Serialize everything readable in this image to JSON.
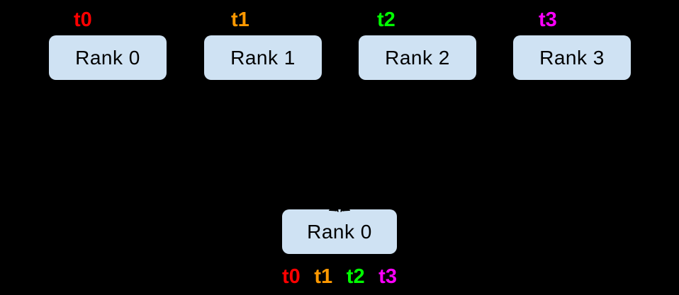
{
  "colors": {
    "background": "#000000",
    "node_fill": "#cfe2f3",
    "node_text": "#000000",
    "arrow": "#000000"
  },
  "top_nodes": [
    {
      "label": "Rank 0",
      "thread": {
        "text": "t0",
        "color": "#ff0000"
      }
    },
    {
      "label": "Rank 1",
      "thread": {
        "text": "t1",
        "color": "#ff9900"
      }
    },
    {
      "label": "Rank 2",
      "thread": {
        "text": "t2",
        "color": "#00ff00"
      }
    },
    {
      "label": "Rank 3",
      "thread": {
        "text": "t3",
        "color": "#ff00ff"
      }
    }
  ],
  "bottom_node": {
    "label": "Rank 0",
    "threads": [
      {
        "text": "t0",
        "color": "#ff0000"
      },
      {
        "text": "t1",
        "color": "#ff9900"
      },
      {
        "text": "t2",
        "color": "#00ff00"
      },
      {
        "text": "t3",
        "color": "#ff00ff"
      }
    ]
  },
  "connections": [
    {
      "from": "Rank 0",
      "to": "Rank 0"
    },
    {
      "from": "Rank 1",
      "to": "Rank 0"
    },
    {
      "from": "Rank 2",
      "to": "Rank 0"
    },
    {
      "from": "Rank 3",
      "to": "Rank 0"
    }
  ]
}
